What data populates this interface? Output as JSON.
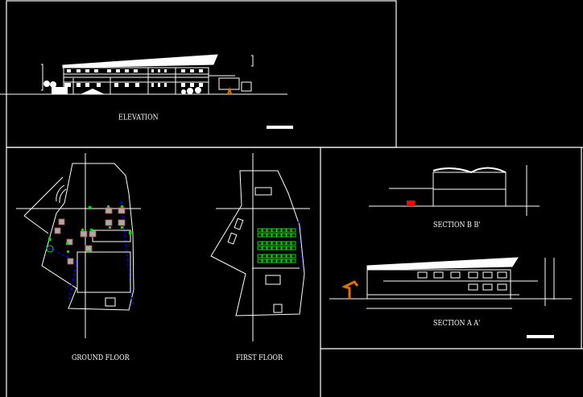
{
  "drawing": {
    "background": "#000000",
    "line_color": "#ffffff",
    "accent_green": "#00e000",
    "accent_blue": "#0000ff",
    "accent_red": "#ff0000",
    "accent_orange": "#e07000",
    "accent_brown": "#c05040"
  },
  "views": {
    "elevation": {
      "title": "ELEVATION"
    },
    "ground_floor": {
      "title": "GROUND FLOOR"
    },
    "first_floor": {
      "title": "FIRST FLOOR"
    },
    "section_bb": {
      "title": "SECTION B B'"
    },
    "section_aa": {
      "title": "SECTION A A'"
    }
  }
}
